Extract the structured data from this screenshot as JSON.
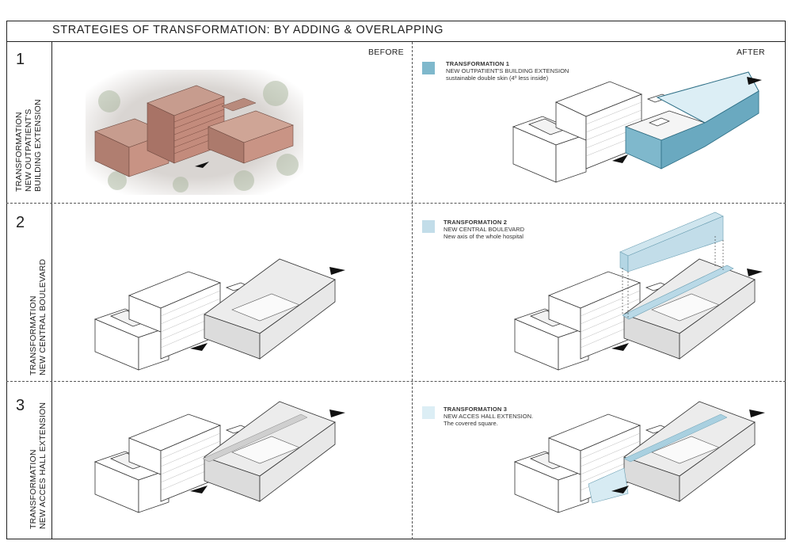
{
  "title": "STRATEGIES OF TRANSFORMATION: BY ADDING & OVERLAPPING",
  "headers": {
    "before": "BEFORE",
    "after": "AFTER"
  },
  "rows": [
    {
      "number": "1",
      "label_line1": "TRANSFORMATION",
      "label_line2": "NEW OUTPATIENT'S",
      "label_line3": "BUILDING EXTENSION"
    },
    {
      "number": "2",
      "label_line1": "TRANSFORMATION",
      "label_line2": "NEW CENTRAL BOULEVARD",
      "label_line3": ""
    },
    {
      "number": "3",
      "label_line1": "TRANSFORMATION",
      "label_line2": "NEW ACCES HALL EXTENSION",
      "label_line3": ""
    }
  ],
  "legends": [
    {
      "heading": "TRANSFORMATION 1",
      "line1": "NEW OUTPATIENT'S BUILDING EXTENSION",
      "line2": "sustainable double skin (4º less inside)",
      "color": "#7fb8cc"
    },
    {
      "heading": "TRANSFORMATION 2",
      "line1": "NEW CENTRAL BOULEVARD",
      "line2": "New axis of the whole hospital",
      "color": "#c2dde9"
    },
    {
      "heading": "TRANSFORMATION 3",
      "line1": "NEW ACCES HALL EXTENSION.",
      "line2": "The covered square.",
      "color": "#dceef5"
    }
  ],
  "colors": {
    "extension": "#7fb8cc",
    "boulevard": "#b9d9e7",
    "hall": "#d7ebf3",
    "building": "#ffffff",
    "grey_block": "#e4e4e4",
    "photo_brick": "#b98375"
  }
}
